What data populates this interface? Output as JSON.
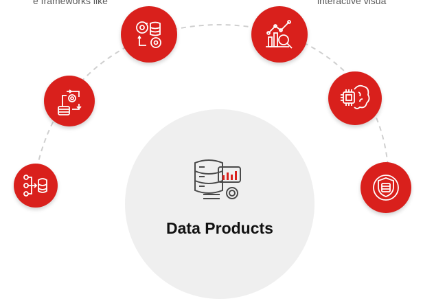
{
  "top_text": {
    "left": "e frameworks like",
    "right": "interactive visua"
  },
  "center": {
    "title": "Data Products",
    "icon": "database-analytics-icon"
  },
  "nodes": [
    {
      "icon": "data-ingestion-icon"
    },
    {
      "icon": "database-workflow-icon"
    },
    {
      "icon": "data-processing-gears-icon"
    },
    {
      "icon": "analytics-search-icon"
    },
    {
      "icon": "ai-brain-chip-icon"
    },
    {
      "icon": "data-security-shield-icon"
    }
  ],
  "colors": {
    "accent": "#d9201c",
    "center_bg": "#efefef",
    "arc": "#cfcfcf"
  }
}
